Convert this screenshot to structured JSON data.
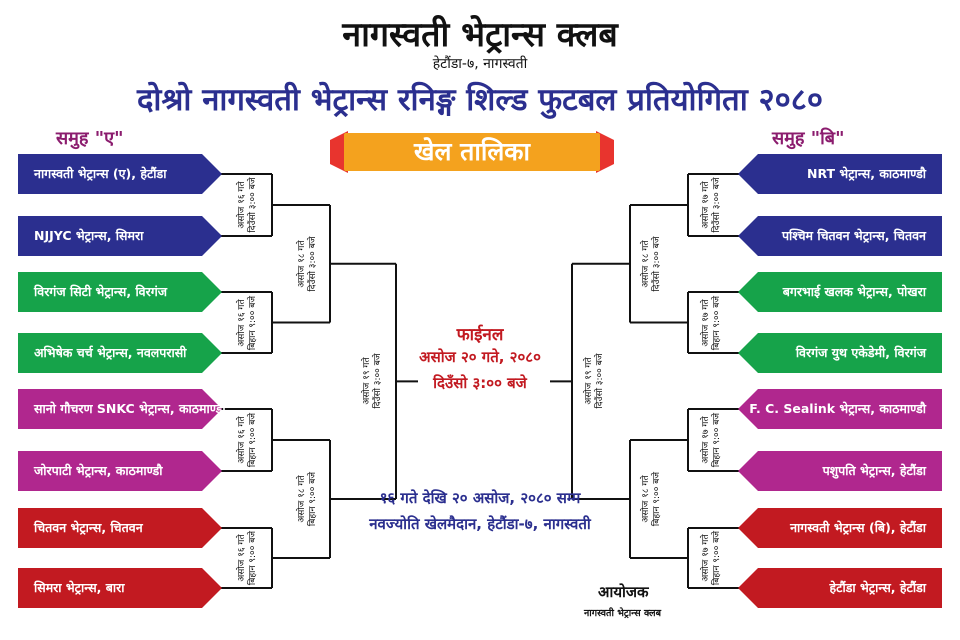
{
  "header": {
    "club_name": "नागस्वती भेट्रान्स क्लब",
    "address": "हेटौंडा-७, नागस्वती",
    "tournament_title": "दोश्रो नागस्वती भेट्रान्स रनिङ्ग शिल्ड फुटबल प्रतियोगिता २०८०",
    "schedule_banner": "खेल तालिका"
  },
  "groups": {
    "a_label": "समुह \"ए\"",
    "b_label": "समुह \"बि\""
  },
  "colors": {
    "navy": "#2b2f8f",
    "green": "#16a34a",
    "magenta": "#b0278e",
    "red": "#c21a21",
    "banner_orange": "#f4a21e",
    "banner_red": "#e8342e"
  },
  "teams_left": [
    {
      "name": "नागस्वती भेट्रान्स (ए), हेटौंडा",
      "color": "#2b2f8f"
    },
    {
      "name": "NJJYC भेट्रान्स, सिमरा",
      "color": "#2b2f8f"
    },
    {
      "name": "विरगंज सिटी भेट्रान्स, विरगंज",
      "color": "#16a34a"
    },
    {
      "name": "अभिषेक चर्च भेट्रान्स, नवलपरासी",
      "color": "#16a34a"
    },
    {
      "name": "सानो गौचरण SNKC भेट्रान्स, काठमाण्डौ",
      "color": "#b0278e"
    },
    {
      "name": "जोरपाटी भेट्रान्स, काठमाण्डौ",
      "color": "#b0278e"
    },
    {
      "name": "चितवन भेट्रान्स, चितवन",
      "color": "#c21a21"
    },
    {
      "name": "सिमरा भेट्रान्स, बारा",
      "color": "#c21a21"
    }
  ],
  "teams_right": [
    {
      "name": "NRT भेट्रान्स, काठमाण्डौ",
      "color": "#2b2f8f"
    },
    {
      "name": "पश्चिम चितवन भेट्रान्स, चितवन",
      "color": "#2b2f8f"
    },
    {
      "name": "बगरभाई खलक भेट्रान्स, पोखरा",
      "color": "#16a34a"
    },
    {
      "name": "विरगंज युथ एकेडेमी, विरगंज",
      "color": "#16a34a"
    },
    {
      "name": "F. C. Sealink भेट्रान्स, काठमाण्डौ",
      "color": "#b0278e"
    },
    {
      "name": "पशुपति भेट्रान्स, हेटौंडा",
      "color": "#b0278e"
    },
    {
      "name": "नागस्वती भेट्रान्स (बि), हेटौंडा",
      "color": "#c21a21"
    },
    {
      "name": "हेटौंडा भेट्रान्स, हेटौंडा",
      "color": "#c21a21"
    }
  ],
  "match_schedule": {
    "left_r1": [
      {
        "date": "असोज १६ गते",
        "time": "दिउँसो ३:०० बजे"
      },
      {
        "date": "असोज १६ गते",
        "time": "बिहान ९:०० बजे"
      },
      {
        "date": "असोज १६ गते",
        "time": "बिहान ९:०० बजे"
      },
      {
        "date": "असोज १६ गते",
        "time": "बिहान ९:०० बजे"
      }
    ],
    "left_r2": [
      {
        "date": "असोज १८ गते",
        "time": "दिउँसो ३:०० बजे"
      },
      {
        "date": "असोज १८ गते",
        "time": "बिहान ९:०० बजे"
      }
    ],
    "left_sf": {
      "date": "असोज १९ गते",
      "time": "दिउँसो ३:०० बजे"
    },
    "right_r1": [
      {
        "date": "असोज १७ गते",
        "time": "दिउँसो ३:०० बजे"
      },
      {
        "date": "असोज १७ गते",
        "time": "बिहान ९:०० बजे"
      },
      {
        "date": "असोज १७ गते",
        "time": "बिहान ९:०० बजे"
      },
      {
        "date": "असोज १७ गते",
        "time": "बिहान ९:०० बजे"
      }
    ],
    "right_r2": [
      {
        "date": "असोज १८ गते",
        "time": "दिउँसो ३:०० बजे"
      },
      {
        "date": "असोज १८ गते",
        "time": "बिहान ९:०० बजे"
      }
    ],
    "right_sf": {
      "date": "असोज १९ गते",
      "time": "दिउँसो ३:०० बजे"
    }
  },
  "final": {
    "title": "फाईनल",
    "date": "असोज २० गते, २०८०",
    "time": "दिउँसो ३:०० बजे"
  },
  "footer": {
    "duration": "१६ गते देखि २० असोज, २०८० सम्म",
    "venue": "नवज्योति खेलमैदान, हेटौंडा-७, नागस्वती",
    "organizer_label": "आयोजक",
    "organizer_name": "नागस्वती भेट्रान्स क्लब"
  }
}
